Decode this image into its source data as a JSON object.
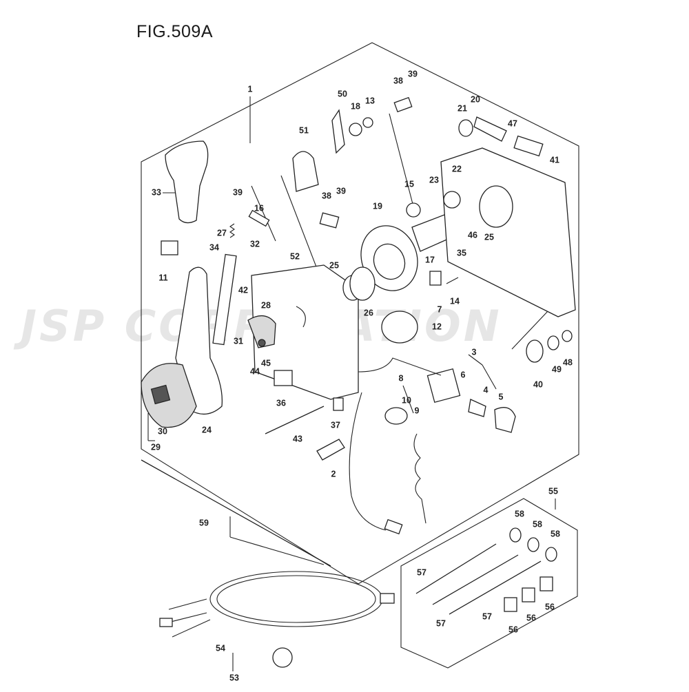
{
  "figure": {
    "title": "FIG.509A",
    "watermark": "JSP CORPORATION"
  },
  "labels": [
    {
      "id": "p1",
      "text": "1"
    },
    {
      "id": "p2",
      "text": "2"
    },
    {
      "id": "p3",
      "text": "3"
    },
    {
      "id": "p4",
      "text": "4"
    },
    {
      "id": "p5",
      "text": "5"
    },
    {
      "id": "p6",
      "text": "6"
    },
    {
      "id": "p7",
      "text": "7"
    },
    {
      "id": "p8",
      "text": "8"
    },
    {
      "id": "p9",
      "text": "9"
    },
    {
      "id": "p10",
      "text": "10"
    },
    {
      "id": "p11",
      "text": "11"
    },
    {
      "id": "p12",
      "text": "12"
    },
    {
      "id": "p13",
      "text": "13"
    },
    {
      "id": "p14",
      "text": "14"
    },
    {
      "id": "p15",
      "text": "15"
    },
    {
      "id": "p16",
      "text": "16"
    },
    {
      "id": "p17",
      "text": "17"
    },
    {
      "id": "p18",
      "text": "18"
    },
    {
      "id": "p19",
      "text": "19"
    },
    {
      "id": "p20",
      "text": "20"
    },
    {
      "id": "p21",
      "text": "21"
    },
    {
      "id": "p22",
      "text": "22"
    },
    {
      "id": "p23",
      "text": "23"
    },
    {
      "id": "p24",
      "text": "24"
    },
    {
      "id": "p25a",
      "text": "25"
    },
    {
      "id": "p25b",
      "text": "25"
    },
    {
      "id": "p26",
      "text": "26"
    },
    {
      "id": "p27",
      "text": "27"
    },
    {
      "id": "p28",
      "text": "28"
    },
    {
      "id": "p29",
      "text": "29"
    },
    {
      "id": "p30",
      "text": "30"
    },
    {
      "id": "p31",
      "text": "31"
    },
    {
      "id": "p32",
      "text": "32"
    },
    {
      "id": "p33",
      "text": "33"
    },
    {
      "id": "p34",
      "text": "34"
    },
    {
      "id": "p35",
      "text": "35"
    },
    {
      "id": "p36",
      "text": "36"
    },
    {
      "id": "p37",
      "text": "37"
    },
    {
      "id": "p38a",
      "text": "38"
    },
    {
      "id": "p38b",
      "text": "38"
    },
    {
      "id": "p39a",
      "text": "39"
    },
    {
      "id": "p39b",
      "text": "39"
    },
    {
      "id": "p39c",
      "text": "39"
    },
    {
      "id": "p40",
      "text": "40"
    },
    {
      "id": "p41",
      "text": "41"
    },
    {
      "id": "p42",
      "text": "42"
    },
    {
      "id": "p43",
      "text": "43"
    },
    {
      "id": "p44",
      "text": "44"
    },
    {
      "id": "p45",
      "text": "45"
    },
    {
      "id": "p46",
      "text": "46"
    },
    {
      "id": "p47",
      "text": "47"
    },
    {
      "id": "p48",
      "text": "48"
    },
    {
      "id": "p49",
      "text": "49"
    },
    {
      "id": "p50",
      "text": "50"
    },
    {
      "id": "p51",
      "text": "51"
    },
    {
      "id": "p52",
      "text": "52"
    },
    {
      "id": "p53",
      "text": "53"
    },
    {
      "id": "p54",
      "text": "54"
    },
    {
      "id": "p55",
      "text": "55"
    },
    {
      "id": "p56a",
      "text": "56"
    },
    {
      "id": "p56b",
      "text": "56"
    },
    {
      "id": "p56c",
      "text": "56"
    },
    {
      "id": "p57a",
      "text": "57"
    },
    {
      "id": "p57b",
      "text": "57"
    },
    {
      "id": "p57c",
      "text": "57"
    },
    {
      "id": "p58a",
      "text": "58"
    },
    {
      "id": "p58b",
      "text": "58"
    },
    {
      "id": "p58c",
      "text": "58"
    },
    {
      "id": "p59",
      "text": "59"
    }
  ]
}
